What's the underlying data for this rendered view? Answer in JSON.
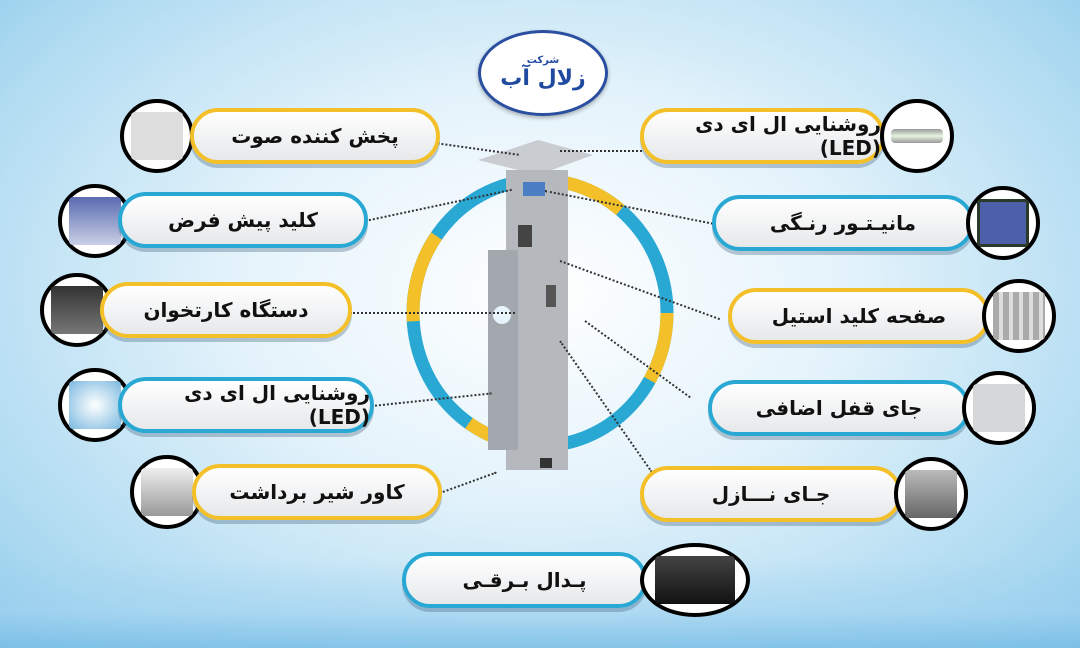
{
  "logo": {
    "company_prefix": "شرکت",
    "company_name": "زلال آب"
  },
  "colors": {
    "yellow": "#f4c02a",
    "blue": "#2aa8d4"
  },
  "left_features": [
    {
      "label": "پخش کننده صوت",
      "accent": "yellow",
      "icon": "speaker-grille-icon"
    },
    {
      "label": "کلید پیش فرض",
      "accent": "blue",
      "icon": "preset-buttons-icon"
    },
    {
      "label": "دستگاه کارتخوان",
      "accent": "yellow",
      "icon": "card-reader-icon"
    },
    {
      "label": "روشنایی ال ای دی (LED)",
      "accent": "blue",
      "icon": "led-drop-icon"
    },
    {
      "label": "کاور شیر برداشت",
      "accent": "yellow",
      "icon": "tap-cover-icon"
    }
  ],
  "right_features": [
    {
      "label": "روشنایی ال ای دی (LED)",
      "accent": "yellow",
      "icon": "led-bar-icon"
    },
    {
      "label": "مانیـتـور رنـگی",
      "accent": "blue",
      "icon": "monitor-icon"
    },
    {
      "label": "صفحه کلید استیل",
      "accent": "yellow",
      "icon": "keypad-icon"
    },
    {
      "label": "جای قفل اضافی",
      "accent": "blue",
      "icon": "lock-plate-icon"
    },
    {
      "label": "جـای نـــازل",
      "accent": "yellow",
      "icon": "nozzle-icon"
    }
  ],
  "bottom_feature": {
    "label": "پـدال بـرقـی",
    "accent": "blue",
    "icon": "electric-pedal-icon"
  }
}
